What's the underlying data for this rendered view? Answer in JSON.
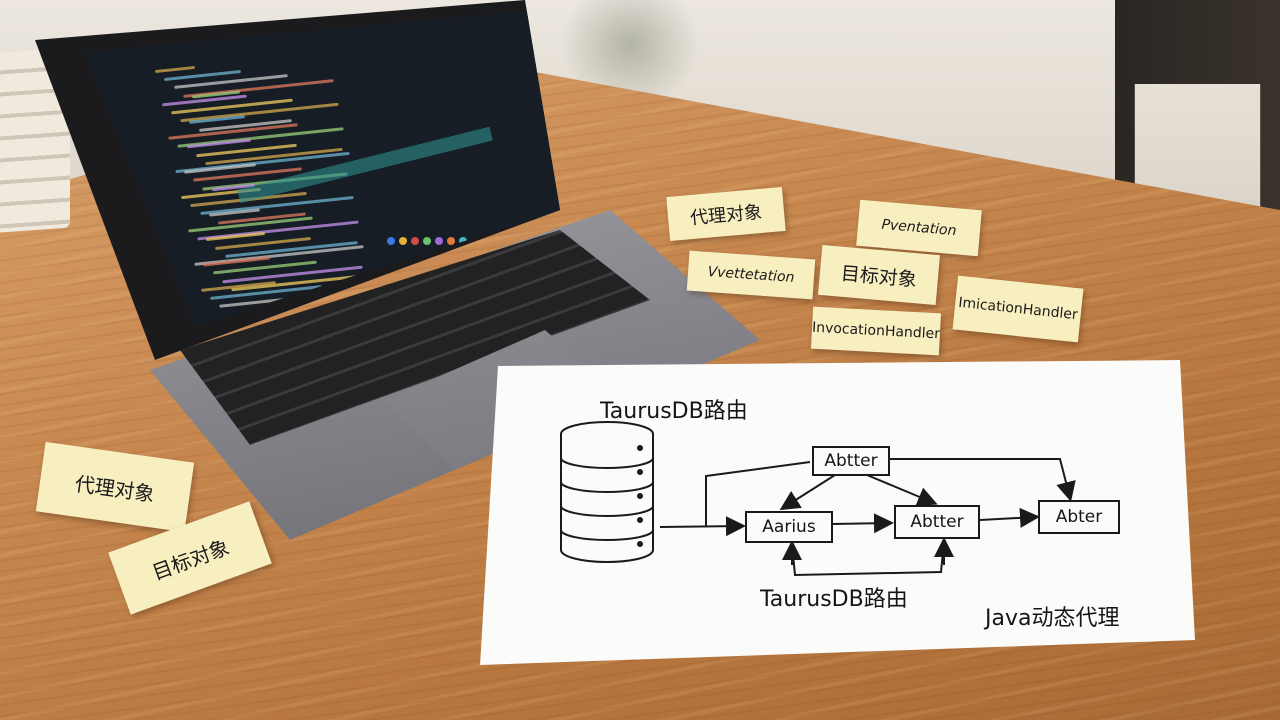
{
  "notes": {
    "proxy_object_1": "代理对象",
    "pventation": "Pventation",
    "vventation": "Vvettetation",
    "target_object_1": "目标对象",
    "invocation_handler_1": "InvocationHandler",
    "invocation_handler_2": "ImicationHandler",
    "proxy_object_2": "代理对象",
    "target_object_2": "目标对象"
  },
  "diagram": {
    "title_top": "TaurusDB路由",
    "title_bottom": "TaurusDB路由",
    "caption": "Java动态代理",
    "box_top": "Abtter",
    "box_left": "Aarius",
    "box_middle": "Abtter",
    "box_right": "Abter"
  },
  "colors": {
    "note_yellow": "#f7efc0",
    "table_wood": "#c98a52",
    "screen_bg": "#171d24",
    "paper": "#fbfbfa"
  }
}
